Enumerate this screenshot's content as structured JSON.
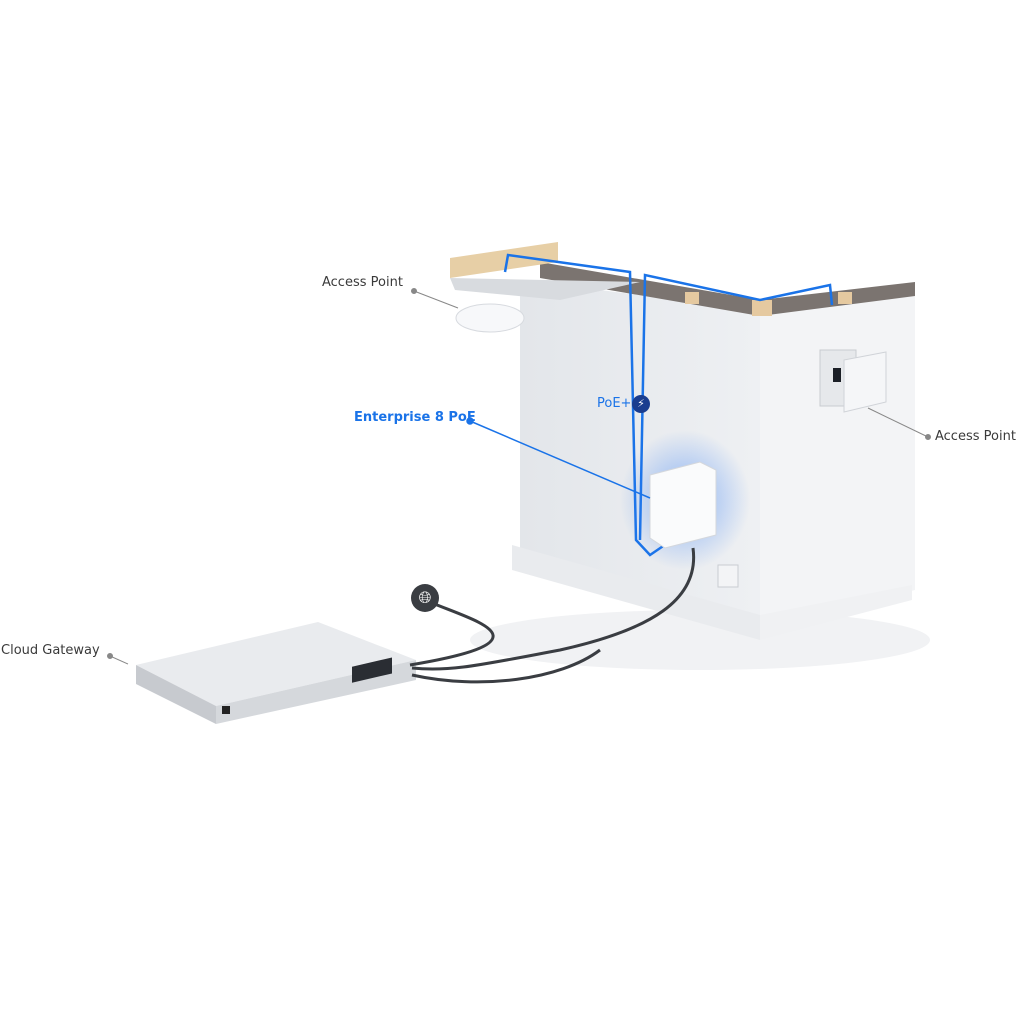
{
  "labels": {
    "access_point_ceiling": "Access Point",
    "access_point_wall": "Access Point",
    "switch": "Enterprise 8 PoE",
    "poe": "PoE+",
    "gateway": "Cloud Gateway"
  },
  "icons": {
    "poe": "lightning-bolt-icon",
    "internet": "globe-icon"
  },
  "colors": {
    "accent": "#1a73e8",
    "label": "#3a3a3a",
    "poe_badge": "#1a3d8f"
  }
}
